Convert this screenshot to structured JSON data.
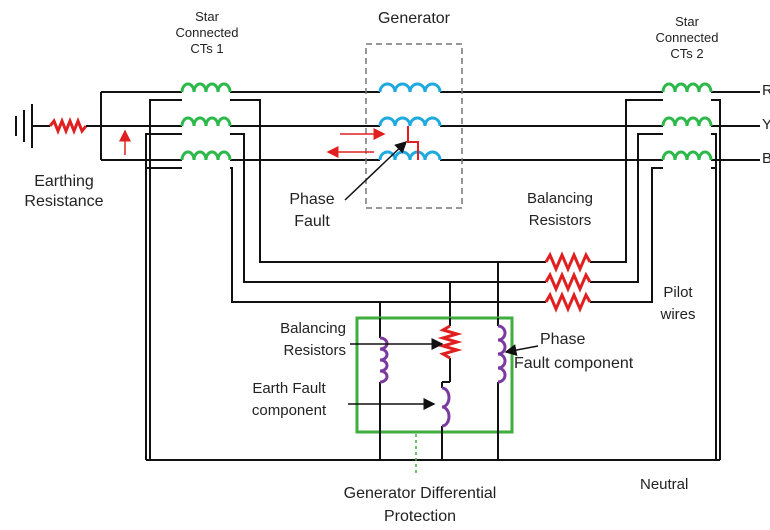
{
  "labels": {
    "generator": "Generator",
    "ct1_line1": "Star",
    "ct1_line2": "Connected",
    "ct1_line3": "CTs 1",
    "ct2_line1": "Star",
    "ct2_line2": "Connected",
    "ct2_line3": "CTs 2",
    "phase_r": "R",
    "phase_y": "Y",
    "phase_b": "B",
    "earthing_line1": "Earthing",
    "earthing_line2": "Resistance",
    "phase_fault_line1": "Phase",
    "phase_fault_line2": "Fault",
    "balancing_top_line1": "Balancing",
    "balancing_top_line2": "Resistors",
    "pilot_line1": "Pilot",
    "pilot_line2": "wires",
    "balancing_relay_line1": "Balancing",
    "balancing_relay_line2": "Resistors",
    "phase_comp_line1": "Phase",
    "phase_comp_line2": "Fault component",
    "earth_comp_line1": "Earth Fault",
    "earth_comp_line2": "component",
    "neutral": "Neutral",
    "title_line1": "Generator Differential",
    "title_line2": "Protection"
  },
  "colors": {
    "wire": "#111111",
    "ct_coil": "#2db84a",
    "gen_coil": "#1ea9e0",
    "resistor": "#e02020",
    "relay_coil": "#7a3aa0",
    "relay_box": "#3fae3f",
    "arrow": "#e02020",
    "dashed_box": "#777777"
  }
}
